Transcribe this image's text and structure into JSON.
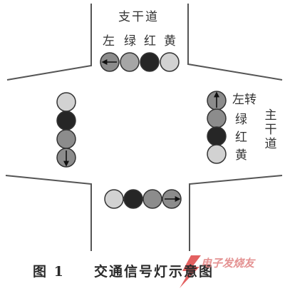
{
  "labels": {
    "branch_road": "支干道",
    "main_road": "主干道",
    "top_signals": [
      "左",
      "绿",
      "红",
      "黄"
    ],
    "right_signals": [
      "左转",
      "绿",
      "红",
      "黄"
    ]
  },
  "caption": {
    "number": "图 1",
    "title": "交通信号灯示意图"
  },
  "watermark": "电子发烧友",
  "colors": {
    "light_gray": "#d2d2d2",
    "mid_gray": "#8c8c8c",
    "dark": "#262626",
    "road_line": "#555555",
    "watermark": "#e08080"
  }
}
